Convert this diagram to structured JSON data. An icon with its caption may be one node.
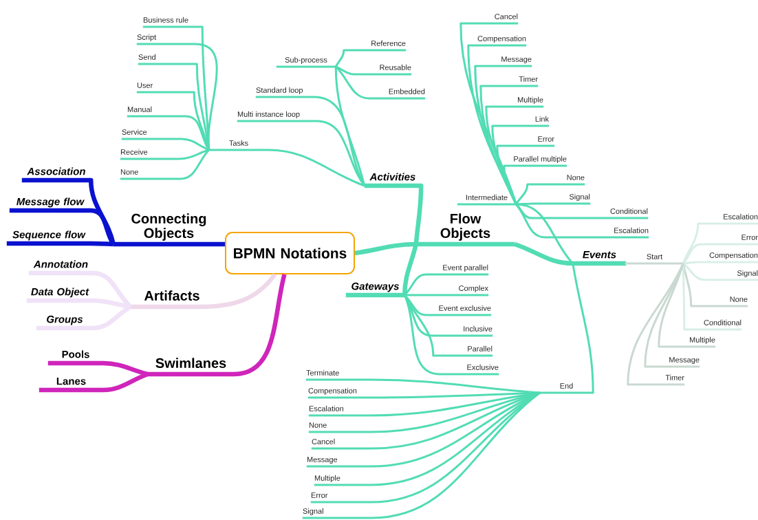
{
  "diagram": {
    "nodes": [
      {
        "text": [
          "BPMN Notations"
        ]
      },
      {
        "text": [
          "Connecting Objects"
        ]
      },
      {
        "text": [
          "Association"
        ]
      },
      {
        "text": [
          "Message flow"
        ]
      },
      {
        "text": [
          "Sequence flow"
        ]
      },
      {
        "text": [
          "Artifacts"
        ]
      },
      {
        "text": [
          "Annotation"
        ]
      },
      {
        "text": [
          "Data Object"
        ]
      },
      {
        "text": [
          "Groups"
        ]
      },
      {
        "text": [
          "Swimlanes"
        ]
      },
      {
        "text": [
          "Pools"
        ]
      },
      {
        "text": [
          "Lanes"
        ]
      },
      {
        "text": [
          "Flow Objects"
        ]
      },
      {
        "text": [
          "Activities"
        ]
      },
      {
        "text": [
          "Tasks"
        ]
      },
      {
        "text": [
          "Business rule"
        ]
      },
      {
        "text": [
          "Script"
        ]
      },
      {
        "text": [
          "Send"
        ]
      },
      {
        "text": [
          "User"
        ]
      },
      {
        "text": [
          "Manual"
        ]
      },
      {
        "text": [
          "Service"
        ]
      },
      {
        "text": [
          "Receive"
        ]
      },
      {
        "text": [
          "None"
        ]
      },
      {
        "text": [
          "Sub-process"
        ]
      },
      {
        "text": [
          "Reference"
        ]
      },
      {
        "text": [
          "Reusable"
        ]
      },
      {
        "text": [
          "Embedded"
        ]
      },
      {
        "text": [
          "Standard loop"
        ]
      },
      {
        "text": [
          "Multi instance loop"
        ]
      },
      {
        "text": [
          "Gateways"
        ]
      },
      {
        "text": [
          "Event parallel"
        ]
      },
      {
        "text": [
          "Complex"
        ]
      },
      {
        "text": [
          "Event exclusive"
        ]
      },
      {
        "text": [
          "Inclusive"
        ]
      },
      {
        "text": [
          "Parallel"
        ]
      },
      {
        "text": [
          "Exclusive"
        ]
      },
      {
        "text": [
          "Events"
        ]
      },
      {
        "text": [
          "Intermediate"
        ]
      },
      {
        "text": [
          "Cancel"
        ]
      },
      {
        "text": [
          "Compensation"
        ]
      },
      {
        "text": [
          "Message"
        ]
      },
      {
        "text": [
          "Timer"
        ]
      },
      {
        "text": [
          "Multiple"
        ]
      },
      {
        "text": [
          "Link"
        ]
      },
      {
        "text": [
          "Error"
        ]
      },
      {
        "text": [
          "Parallel multiple"
        ]
      },
      {
        "text": [
          "None"
        ]
      },
      {
        "text": [
          "Signal"
        ]
      },
      {
        "text": [
          "Conditional"
        ]
      },
      {
        "text": [
          "Escalation"
        ]
      },
      {
        "text": [
          "Start"
        ]
      },
      {
        "text": [
          "Escalation"
        ]
      },
      {
        "text": [
          "Error"
        ]
      },
      {
        "text": [
          "Compensation"
        ]
      },
      {
        "text": [
          "Signal"
        ]
      },
      {
        "text": [
          "None"
        ]
      },
      {
        "text": [
          "Conditional"
        ]
      },
      {
        "text": [
          "Multiple"
        ]
      },
      {
        "text": [
          "Message"
        ]
      },
      {
        "text": [
          "Timer"
        ]
      },
      {
        "text": [
          "End"
        ]
      },
      {
        "text": [
          "Terminate"
        ]
      },
      {
        "text": [
          "Compensation"
        ]
      },
      {
        "text": [
          "Escalation"
        ]
      },
      {
        "text": [
          "None"
        ]
      },
      {
        "text": [
          "Cancel"
        ]
      },
      {
        "text": [
          "Message"
        ]
      },
      {
        "text": [
          "Multiple"
        ]
      },
      {
        "text": [
          "Error"
        ]
      },
      {
        "text": [
          "Signal"
        ]
      }
    ],
    "edges": [
      {
        "from": 0,
        "to": 1,
        "arrow": "none",
        "style": "thick",
        "color": "#0a12d0"
      },
      {
        "from": 1,
        "to": 2,
        "arrow": "none",
        "style": "thick",
        "color": "#0a12d0"
      },
      {
        "from": 1,
        "to": 3,
        "arrow": "none",
        "style": "thick",
        "color": "#0a12d0"
      },
      {
        "from": 1,
        "to": 4,
        "arrow": "none",
        "style": "thick",
        "color": "#0a12d0"
      },
      {
        "from": 0,
        "to": 5,
        "arrow": "none",
        "style": "thick",
        "color": "#eed8e9"
      },
      {
        "from": 5,
        "to": 6,
        "arrow": "none",
        "style": "thick",
        "color": "#f0e2f8"
      },
      {
        "from": 5,
        "to": 7,
        "arrow": "none",
        "style": "thick",
        "color": "#f0e2f8"
      },
      {
        "from": 5,
        "to": 8,
        "arrow": "none",
        "style": "thick",
        "color": "#f0e2f8"
      },
      {
        "from": 0,
        "to": 9,
        "arrow": "none",
        "style": "thick",
        "color": "#cf25bb"
      },
      {
        "from": 9,
        "to": 10,
        "arrow": "none",
        "style": "thick",
        "color": "#cf25bb"
      },
      {
        "from": 9,
        "to": 11,
        "arrow": "none",
        "style": "thick",
        "color": "#cf25bb"
      },
      {
        "from": 0,
        "to": 12,
        "arrow": "none",
        "style": "thick"
      },
      {
        "from": 12,
        "to": 13,
        "arrow": "none",
        "style": "thick"
      },
      {
        "from": 13,
        "to": 14,
        "arrow": "none"
      },
      {
        "from": 14,
        "to": 15,
        "arrow": "none"
      },
      {
        "from": 14,
        "to": 16,
        "arrow": "none"
      },
      {
        "from": 14,
        "to": 17,
        "arrow": "none"
      },
      {
        "from": 14,
        "to": 18,
        "arrow": "none"
      },
      {
        "from": 14,
        "to": 19,
        "arrow": "none"
      },
      {
        "from": 14,
        "to": 20,
        "arrow": "none"
      },
      {
        "from": 14,
        "to": 21,
        "arrow": "none"
      },
      {
        "from": 14,
        "to": 22,
        "arrow": "none"
      },
      {
        "from": 13,
        "to": 23,
        "arrow": "none"
      },
      {
        "from": 23,
        "to": 24,
        "arrow": "none"
      },
      {
        "from": 23,
        "to": 25,
        "arrow": "none"
      },
      {
        "from": 23,
        "to": 26,
        "arrow": "none"
      },
      {
        "from": 13,
        "to": 27,
        "arrow": "none"
      },
      {
        "from": 13,
        "to": 28,
        "arrow": "none"
      },
      {
        "from": 12,
        "to": 29,
        "arrow": "none",
        "style": "thick"
      },
      {
        "from": 29,
        "to": 30,
        "arrow": "none"
      },
      {
        "from": 29,
        "to": 31,
        "arrow": "none"
      },
      {
        "from": 29,
        "to": 32,
        "arrow": "none"
      },
      {
        "from": 29,
        "to": 33,
        "arrow": "none"
      },
      {
        "from": 29,
        "to": 34,
        "arrow": "none"
      },
      {
        "from": 29,
        "to": 35,
        "arrow": "none"
      },
      {
        "from": 12,
        "to": 36,
        "arrow": "none",
        "style": "thick"
      },
      {
        "from": 36,
        "to": 37,
        "arrow": "none"
      },
      {
        "from": 37,
        "to": 38,
        "arrow": "none"
      },
      {
        "from": 37,
        "to": 39,
        "arrow": "none"
      },
      {
        "from": 37,
        "to": 40,
        "arrow": "none"
      },
      {
        "from": 37,
        "to": 41,
        "arrow": "none"
      },
      {
        "from": 37,
        "to": 42,
        "arrow": "none"
      },
      {
        "from": 37,
        "to": 43,
        "arrow": "none"
      },
      {
        "from": 37,
        "to": 44,
        "arrow": "none"
      },
      {
        "from": 37,
        "to": 45,
        "arrow": "none"
      },
      {
        "from": 37,
        "to": 46,
        "arrow": "none"
      },
      {
        "from": 37,
        "to": 47,
        "arrow": "none"
      },
      {
        "from": 37,
        "to": 48,
        "arrow": "none"
      },
      {
        "from": 37,
        "to": 49,
        "arrow": "none"
      },
      {
        "from": 36,
        "to": 50,
        "arrow": "none",
        "color": "#c9d9d1"
      },
      {
        "from": 50,
        "to": 51,
        "arrow": "none",
        "color": "#d8eee6"
      },
      {
        "from": 50,
        "to": 52,
        "arrow": "none",
        "color": "#d8eee6"
      },
      {
        "from": 50,
        "to": 53,
        "arrow": "none",
        "color": "#d8eee6"
      },
      {
        "from": 50,
        "to": 54,
        "arrow": "none",
        "color": "#d8eee6"
      },
      {
        "from": 50,
        "to": 55,
        "arrow": "none",
        "color": "#c9d9d1"
      },
      {
        "from": 50,
        "to": 56,
        "arrow": "none",
        "color": "#d8eee6"
      },
      {
        "from": 50,
        "to": 57,
        "arrow": "none",
        "color": "#c9d9d1"
      },
      {
        "from": 50,
        "to": 58,
        "arrow": "none",
        "color": "#c9d9d1"
      },
      {
        "from": 50,
        "to": 59,
        "arrow": "none",
        "color": "#c9d9d1"
      },
      {
        "from": 36,
        "to": 60,
        "arrow": "none"
      },
      {
        "from": 60,
        "to": 61,
        "arrow": "none"
      },
      {
        "from": 60,
        "to": 62,
        "arrow": "none"
      },
      {
        "from": 60,
        "to": 63,
        "arrow": "none"
      },
      {
        "from": 60,
        "to": 64,
        "arrow": "none"
      },
      {
        "from": 60,
        "to": 65,
        "arrow": "none"
      },
      {
        "from": 60,
        "to": 66,
        "arrow": "none"
      },
      {
        "from": 60,
        "to": 67,
        "arrow": "none"
      },
      {
        "from": 60,
        "to": 68,
        "arrow": "none"
      },
      {
        "from": 60,
        "to": 69,
        "arrow": "none"
      }
    ]
  }
}
